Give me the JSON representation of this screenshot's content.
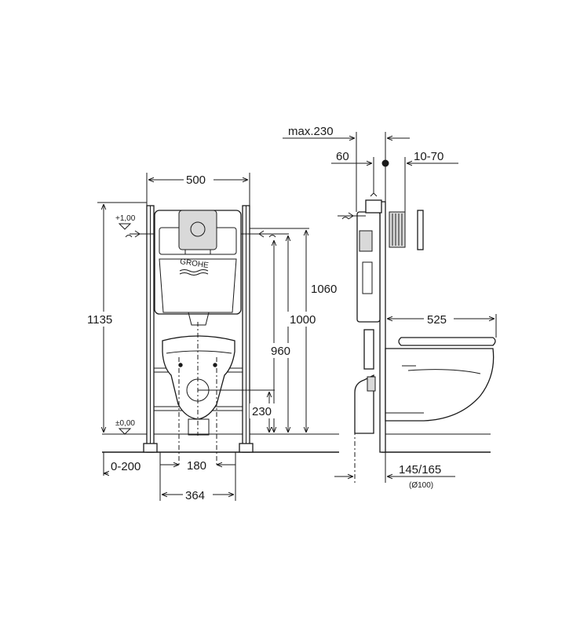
{
  "front_view": {
    "width_frame": "500",
    "height_total": "1135",
    "height_flush": "1060",
    "height_supply": "1000",
    "height_seat_axis": "960",
    "height_drain": "230",
    "level_top": "+1,00",
    "level_floor": "±0,00",
    "offset_frame": "0-200",
    "bolt_spacing": "180",
    "foot_spacing": "364",
    "brand_logo": "GROHE"
  },
  "side_view": {
    "max_depth": "max.230",
    "supply_offset": "60",
    "wall_range": "10-70",
    "bowl_length": "525",
    "drain_offset": "145/165",
    "drain_diameter": "(Ø100)"
  },
  "colors": {
    "ink": "#1a1a1a",
    "paper": "#ffffff",
    "shade": "#d9d9d9"
  }
}
